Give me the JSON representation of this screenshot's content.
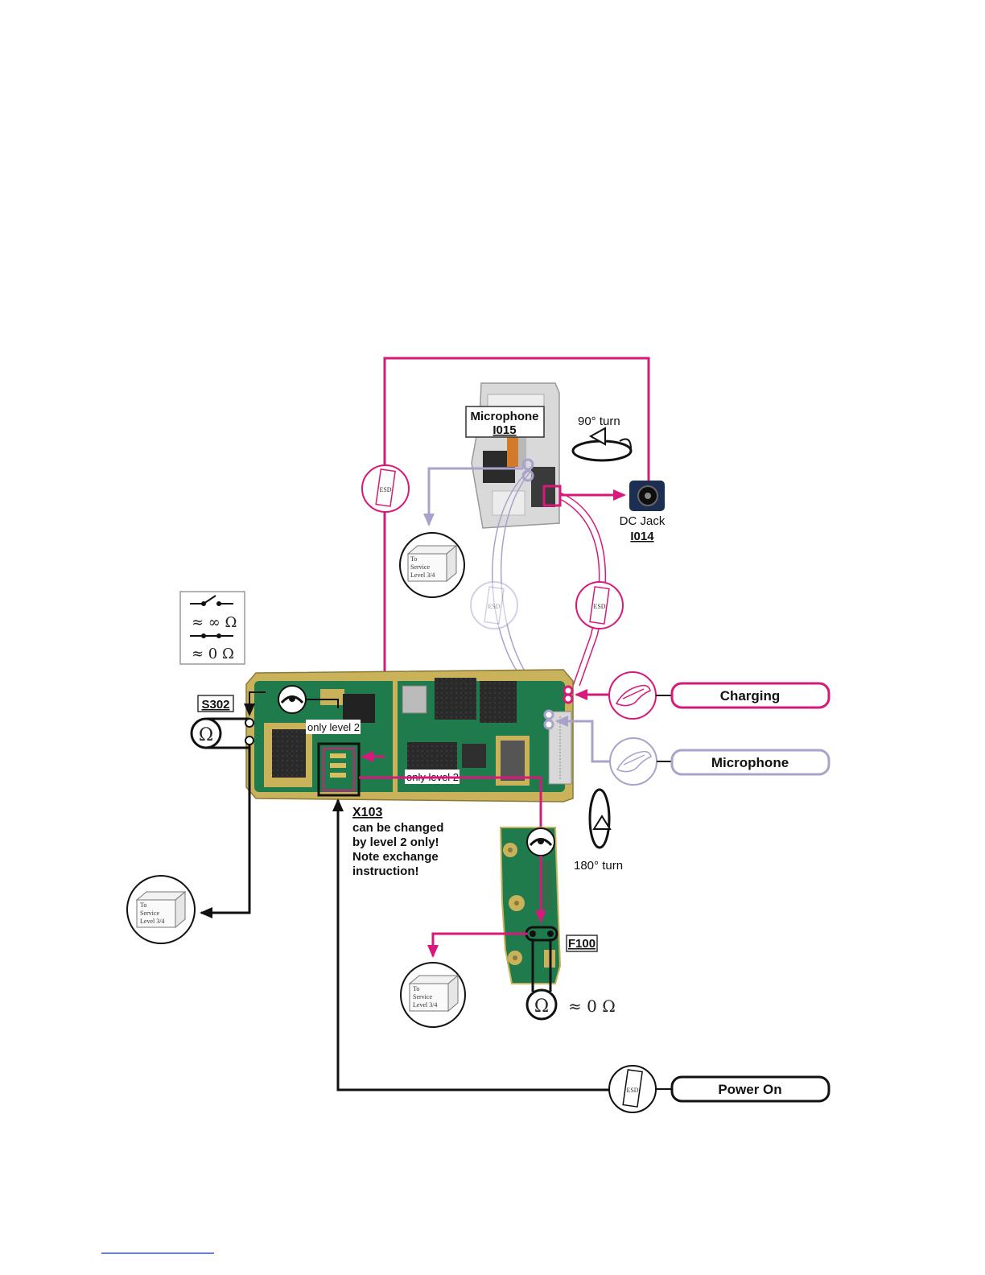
{
  "labels": {
    "microphone_line1": "Microphone",
    "microphone_line2": "I015",
    "turn_90": "90° turn",
    "dc_jack_line1": "DC Jack",
    "dc_jack_line2": "I014",
    "s302": "S302",
    "only_level2_a": "only level 2",
    "only_level2_b": "only level 2",
    "x103": "X103",
    "x103_note": [
      "can be changed",
      "by level 2 only!",
      "Note exchange",
      "instruction!"
    ],
    "turn_180": "180° turn",
    "f100": "F100",
    "approx_zero_f100": "≈ 0 Ω"
  },
  "legend": {
    "open_label": "≈ ∞ Ω",
    "closed_label": "≈ 0 Ω"
  },
  "pills": {
    "charging": "Charging",
    "microphone": "Microphone",
    "power_on": "Power On"
  },
  "service_box": {
    "line1": "To",
    "line2": "Service",
    "line3": "Level 3/4"
  },
  "esd_tag": "ESD",
  "omega": "Ω",
  "colors": {
    "magenta": "#d6197a",
    "lavender": "#a9a3cc",
    "black": "#111111",
    "pcb_green": "#1f7a4c",
    "pcb_gold": "#c9b25a"
  },
  "icons": [
    "esd-strap-icon",
    "service-box-icon",
    "ohm-meter-icon",
    "rotate-icon",
    "hand-charging-icon",
    "hand-microphone-icon",
    "switch-symbol-icon"
  ]
}
